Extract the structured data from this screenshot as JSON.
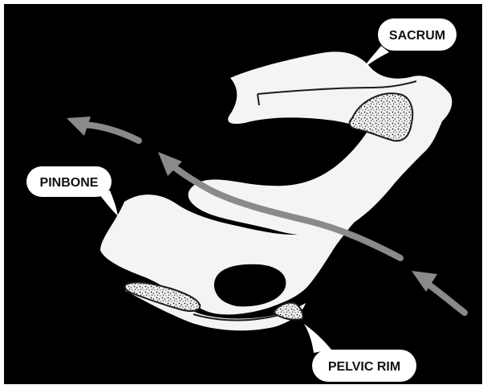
{
  "labels": {
    "sacrum": "SACRUM",
    "pinbone": "PINBONE",
    "pelvic_rim": "PELVIC RIM"
  },
  "colors": {
    "background": "#000000",
    "bone": "#f4f4f2",
    "arrow": "#8a8a8a",
    "speckle_fill": "#f2f2f0",
    "speckle_dots": "#1a1a1a"
  },
  "icons": {
    "arrows": "curved-arrow-icon"
  }
}
